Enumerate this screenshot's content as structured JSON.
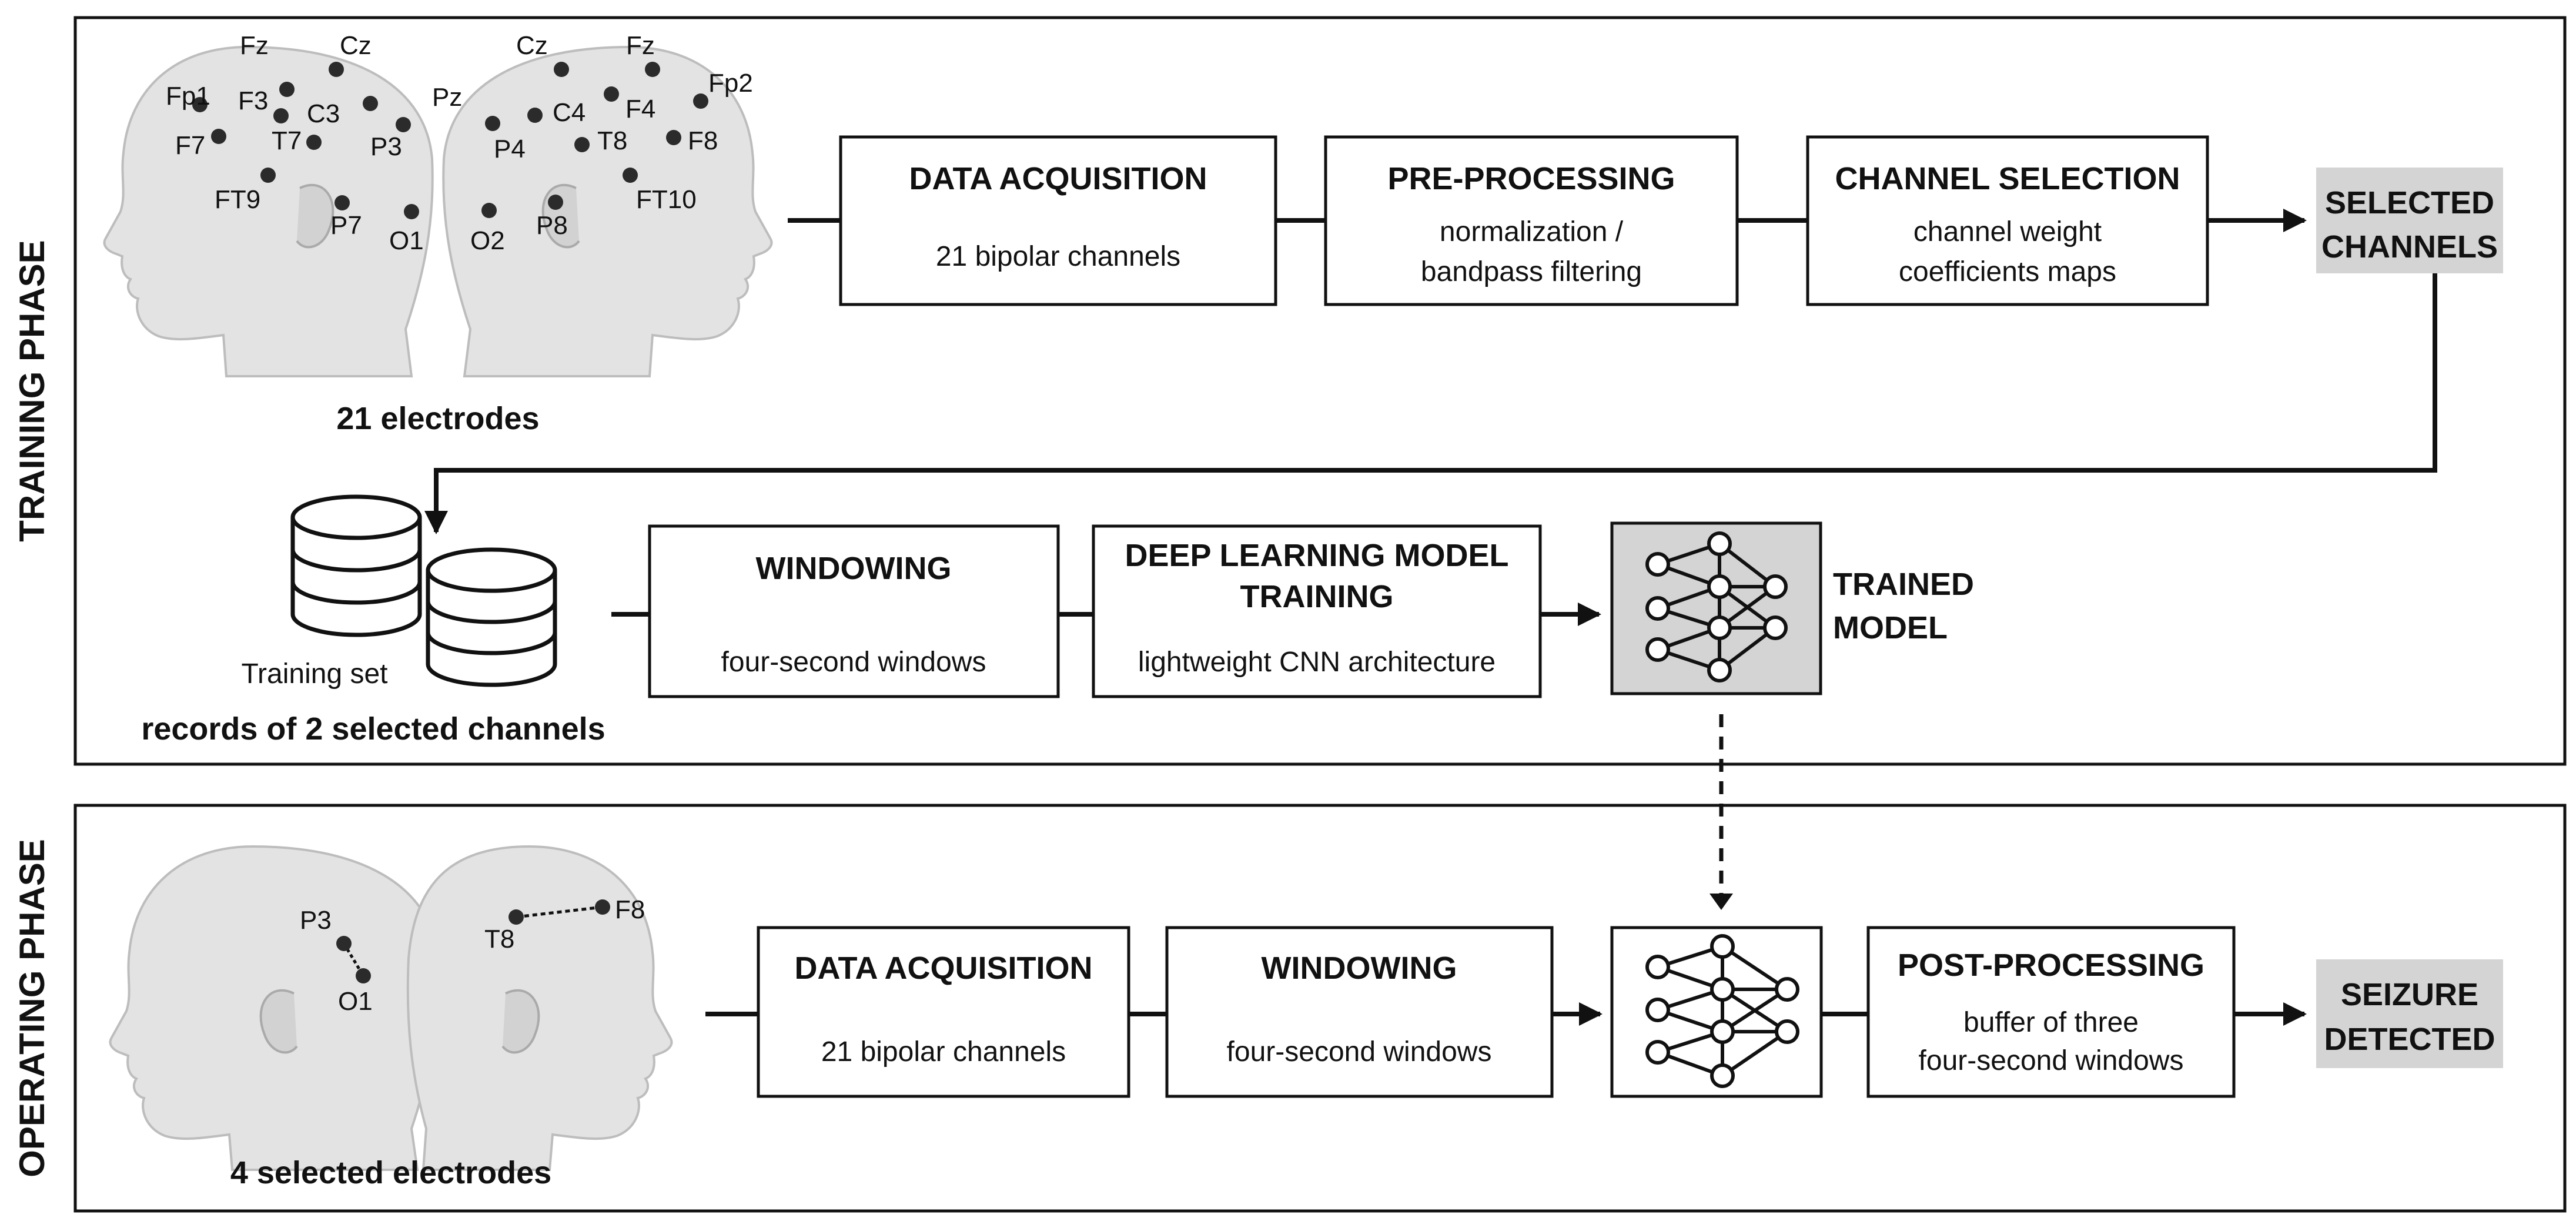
{
  "training_phase": {
    "label": "TRAINING PHASE",
    "electrodes_caption": "21 electrodes",
    "left_head_labels": [
      "Fp1",
      "Fz",
      "Cz",
      "F3",
      "C3",
      "F7",
      "T7",
      "P3",
      "Pz",
      "FT9",
      "P7",
      "O1"
    ],
    "right_head_labels": [
      "Cz",
      "Fz",
      "Fp2",
      "C4",
      "F4",
      "P4",
      "T8",
      "F8",
      "FT10",
      "O2",
      "P8"
    ],
    "data_acquisition": {
      "title": "DATA ACQUISITION",
      "sub": "21 bipolar channels"
    },
    "pre_processing": {
      "title": "PRE-PROCESSING",
      "sub1": "normalization /",
      "sub2": "bandpass filtering"
    },
    "channel_selection": {
      "title": "CHANNEL SELECTION",
      "sub1": "channel weight",
      "sub2": "coefficients maps"
    },
    "selected_channels": {
      "line1": "SELECTED",
      "line2": "CHANNELS"
    },
    "training_set": {
      "label": "Training set",
      "caption": "records of 2 selected channels"
    },
    "windowing": {
      "title": "WINDOWING",
      "sub": "four-second windows"
    },
    "dl_training": {
      "title1": "DEEP LEARNING MODEL",
      "title2": "TRAINING",
      "sub": "lightweight CNN architecture"
    },
    "trained_model": {
      "line1": "TRAINED",
      "line2": "MODEL"
    }
  },
  "operating_phase": {
    "label": "OPERATING PHASE",
    "electrodes_caption": "4 selected electrodes",
    "left_head_labels": [
      "P3",
      "O1"
    ],
    "right_head_labels": [
      "T8",
      "F8"
    ],
    "data_acquisition": {
      "title": "DATA ACQUISITION",
      "sub": "21 bipolar channels"
    },
    "windowing": {
      "title": "WINDOWING",
      "sub": "four-second windows"
    },
    "post_processing": {
      "title": "POST-PROCESSING",
      "sub1": "buffer of three",
      "sub2": "four-second windows"
    },
    "seizure_detected": {
      "line1": "SEIZURE",
      "line2": "DETECTED"
    }
  },
  "colors": {
    "gray_box": "#d4d4d4",
    "head_fill": "#e3e3e3",
    "electrode": "#2b2b2b"
  },
  "icons": [
    "head-profile-left-icon",
    "head-profile-right-icon",
    "database-icon",
    "neural-network-icon"
  ]
}
